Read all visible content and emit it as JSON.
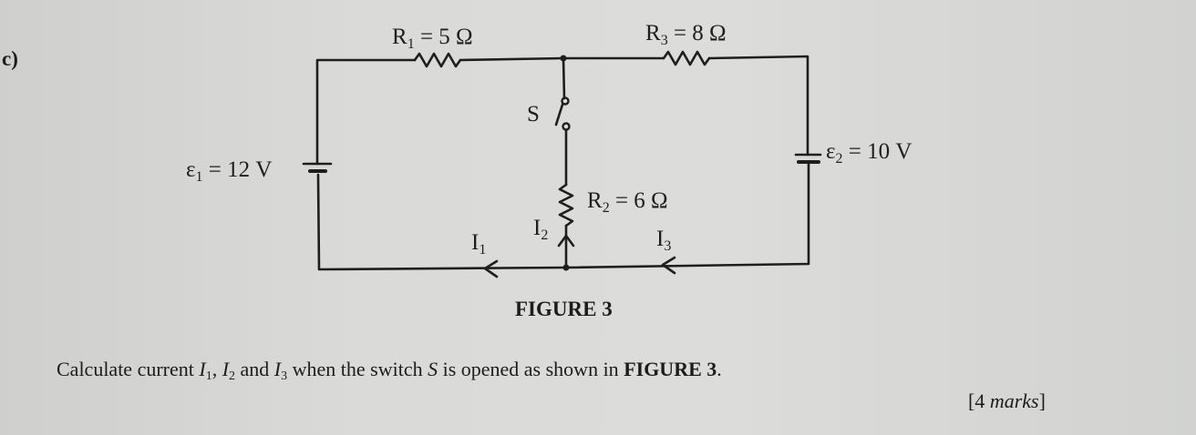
{
  "part_label": "c)",
  "circuit": {
    "r1": {
      "main": "R",
      "sub": "1",
      "rest": " = 5 Ω"
    },
    "r2": {
      "main": "R",
      "sub": "2",
      "rest": " = 6 Ω"
    },
    "r3": {
      "main": "R",
      "sub": "3",
      "rest": " = 8 Ω"
    },
    "switch": "S",
    "emf1": {
      "main": "ε",
      "sub": "1",
      "rest": " = 12 V"
    },
    "emf2": {
      "main": "ε",
      "sub": "2",
      "rest": " = 10 V"
    },
    "i1": {
      "main": "I",
      "sub": "1"
    },
    "i2": {
      "main": "I",
      "sub": "2"
    },
    "i3": {
      "main": "I",
      "sub": "3"
    }
  },
  "figure_caption": "FIGURE 3",
  "question": {
    "p1": "Calculate current ",
    "i1": "I",
    "i1s": "1",
    "p2": ", ",
    "i2": "I",
    "i2s": "2",
    "p3": " and ",
    "i3": "I",
    "i3s": "3",
    "p4": " when the switch ",
    "s": "S",
    "p5": " is opened as shown in ",
    "fig": "FIGURE 3",
    "p6": "."
  },
  "marks": {
    "open": "[4 ",
    "word": "marks",
    "close": "]"
  }
}
